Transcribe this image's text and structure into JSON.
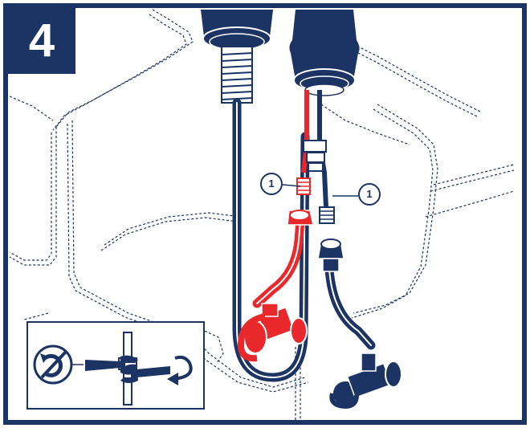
{
  "step": {
    "number": "4"
  },
  "callouts": [
    {
      "label": "1"
    },
    {
      "label": "1"
    }
  ],
  "colors": {
    "navy": "#1c3464",
    "red": "#e8282b",
    "white": "#ffffff"
  },
  "icons": {
    "inset": [
      "no-rotate-icon",
      "wrench-icon",
      "tighten-arrow-icon"
    ]
  }
}
